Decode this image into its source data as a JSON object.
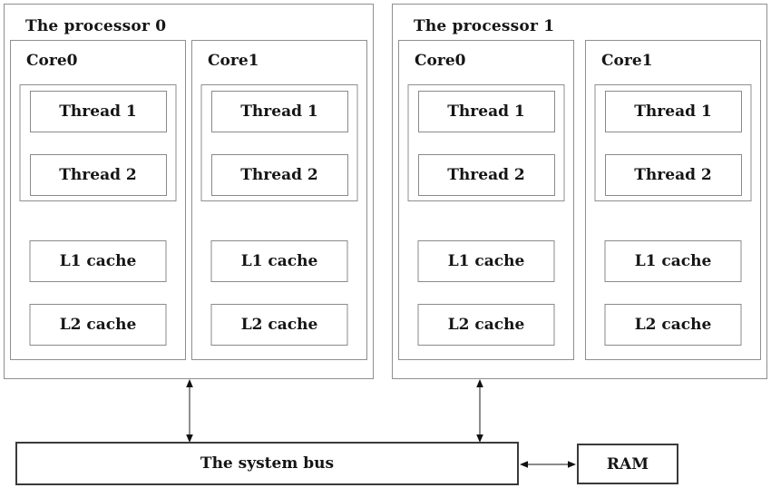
{
  "processors": [
    {
      "title": "The processor 0",
      "cores": [
        {
          "label": "Core0",
          "threads": [
            "Thread 1",
            "Thread 2"
          ],
          "caches": [
            "L1 cache",
            "L2 cache"
          ]
        },
        {
          "label": "Core1",
          "threads": [
            "Thread 1",
            "Thread 2"
          ],
          "caches": [
            "L1 cache",
            "L2 cache"
          ]
        }
      ]
    },
    {
      "title": "The processor 1",
      "cores": [
        {
          "label": "Core0",
          "threads": [
            "Thread 1",
            "Thread 2"
          ],
          "caches": [
            "L1 cache",
            "L2 cache"
          ]
        },
        {
          "label": "Core1",
          "threads": [
            "Thread 1",
            "Thread 2"
          ],
          "caches": [
            "L1 cache",
            "L2 cache"
          ]
        }
      ]
    }
  ],
  "bus": {
    "label": "The system bus"
  },
  "ram": {
    "label": "RAM"
  },
  "colors": {
    "box_border": "#8f8f8f",
    "strong_border": "#3a3a3a",
    "text": "#151515",
    "arrow": "#1a1a1a",
    "background": "#ffffff"
  }
}
